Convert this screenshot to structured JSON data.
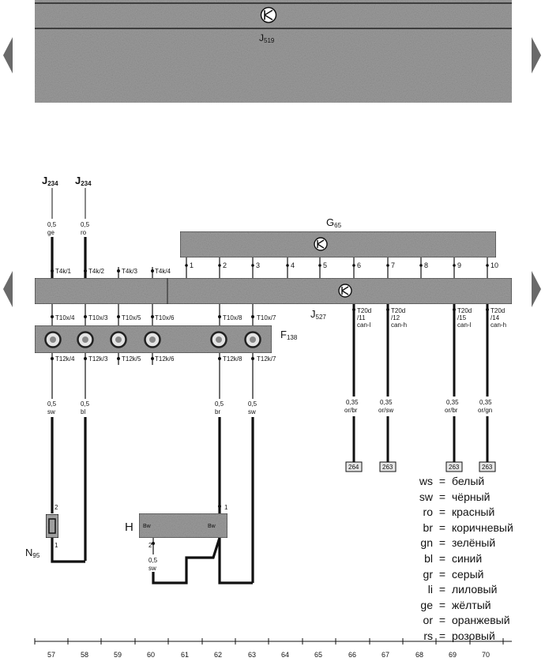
{
  "colors": {
    "ink": "#111111",
    "panel": "#9c9c9c",
    "panel_dark": "#7e7e7e",
    "arrow": "#6a6a6a",
    "paper": "#ffffff"
  },
  "top_unit": {
    "label": "J519",
    "main": "J",
    "sub": "519"
  },
  "g65": {
    "main": "G",
    "sub": "65"
  },
  "j527": {
    "main": "J",
    "sub": "527"
  },
  "f138": {
    "main": "F",
    "sub": "138"
  },
  "n95": {
    "main": "N",
    "sub": "95"
  },
  "h": {
    "label": "H"
  },
  "j234_a": {
    "main": "J",
    "sub": "234"
  },
  "j234_b": {
    "main": "J",
    "sub": "234"
  },
  "wires": {
    "w57": {
      "size": "0,5",
      "color": "ge"
    },
    "w58": {
      "size": "0,5",
      "color": "ro"
    },
    "w57b": {
      "size": "0,5",
      "color": "sw"
    },
    "w58b": {
      "size": "0,5",
      "color": "bl"
    },
    "w62b": {
      "size": "0,5",
      "color": "br"
    },
    "w63b": {
      "size": "0,5",
      "color": "sw"
    },
    "w60h": {
      "size": "0,5",
      "color": "sw"
    },
    "w66": {
      "size": "0,35",
      "color": "or/br"
    },
    "w67": {
      "size": "0,35",
      "color": "or/sw"
    },
    "w69": {
      "size": "0,35",
      "color": "or/br"
    },
    "w70": {
      "size": "0,35",
      "color": "or/gn"
    }
  },
  "connectors": {
    "t4k1": "T4k/1",
    "t4k2": "T4k/2",
    "t4k3": "T4k/3",
    "t4k4": "T4k/4",
    "t10x4": "T10x/4",
    "t10x3": "T10x/3",
    "t10x5": "T10x/5",
    "t10x6": "T10x/6",
    "t10x8": "T10x/8",
    "t10x7": "T10x/7",
    "t12k4": "T12k/4",
    "t12k3": "T12k/3",
    "t12k5": "T12k/5",
    "t12k6": "T12k/6",
    "t12k8": "T12k/8",
    "t12k7": "T12k/7"
  },
  "t20d": [
    {
      "name": "T20d",
      "pin": "/11",
      "can": "can-l"
    },
    {
      "name": "T20d",
      "pin": "/12",
      "can": "can-h"
    },
    {
      "name": "T20d",
      "pin": "/15",
      "can": "can-l"
    },
    {
      "name": "T20d",
      "pin": "/14",
      "can": "can-h"
    }
  ],
  "g65_pins": [
    "1",
    "2",
    "3",
    "4",
    "5",
    "6",
    "7",
    "8",
    "9",
    "10"
  ],
  "h_pins": {
    "p1": "1",
    "p2": "2",
    "bw1": "Bw",
    "bw2": "Bw"
  },
  "n95_pins": {
    "p1": "1",
    "p2": "2"
  },
  "refs": [
    "264",
    "263",
    "263",
    "263"
  ],
  "legend": [
    {
      "code": "ws",
      "eq": "=",
      "name": "белый"
    },
    {
      "code": "sw",
      "eq": "=",
      "name": "чёрный"
    },
    {
      "code": "ro",
      "eq": "=",
      "name": "красный"
    },
    {
      "code": "br",
      "eq": "=",
      "name": "коричневый"
    },
    {
      "code": "gn",
      "eq": "=",
      "name": "зелёный"
    },
    {
      "code": "bl",
      "eq": "=",
      "name": "синий"
    },
    {
      "code": "gr",
      "eq": "=",
      "name": "серый"
    },
    {
      "code": "li",
      "eq": "=",
      "name": "лиловый"
    },
    {
      "code": "ge",
      "eq": "=",
      "name": "жёлтый"
    },
    {
      "code": "or",
      "eq": "=",
      "name": "оранжевый"
    },
    {
      "code": "rs",
      "eq": "=",
      "name": "розовый"
    }
  ],
  "scale": [
    "57",
    "58",
    "59",
    "60",
    "61",
    "62",
    "63",
    "64",
    "65",
    "66",
    "67",
    "68",
    "69",
    "70"
  ]
}
